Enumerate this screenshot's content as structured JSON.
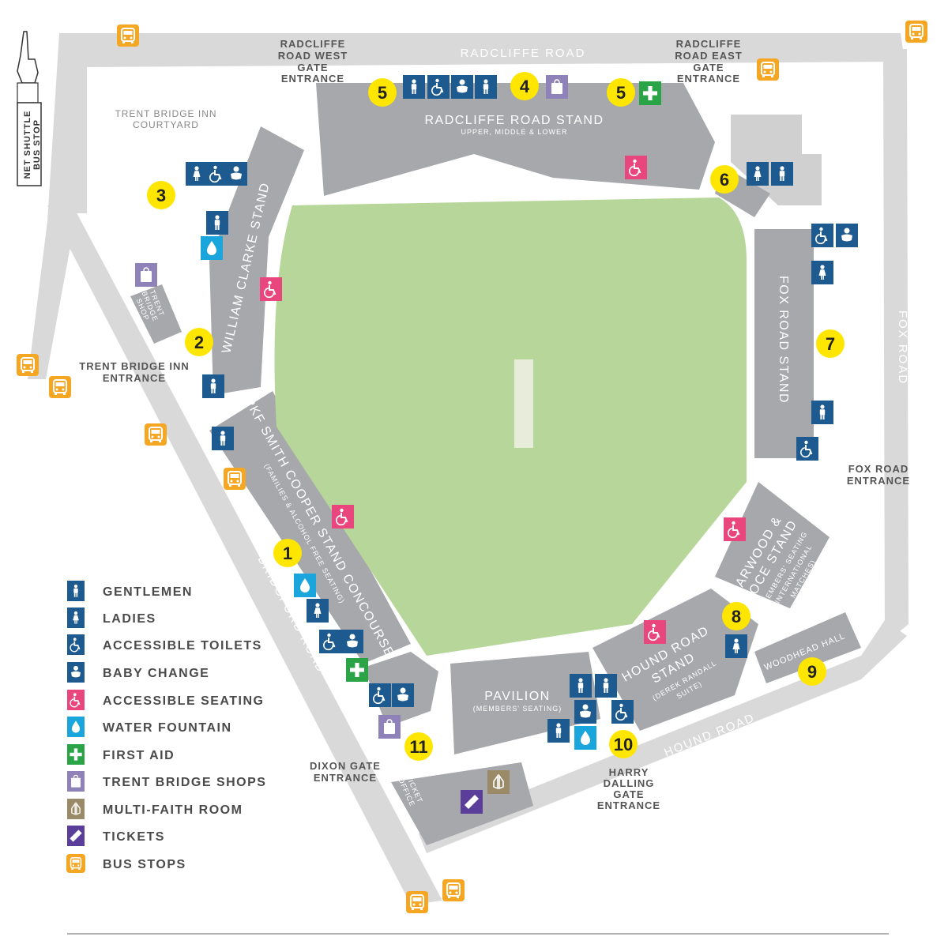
{
  "colors": {
    "road": "#d9d9d9",
    "stand": "#a7a8ab",
    "pitch": "#b7d79a",
    "strip": "#e7ecdb",
    "gentlemen": "#1d5a8f",
    "accessible_seating": "#e8467c",
    "water": "#1aa6dc",
    "first_aid": "#2aa447",
    "shops": "#8f82b8",
    "faith": "#9a8a67",
    "tickets": "#5b3e9a",
    "bus": "#f5a623",
    "marker": "#ffe600"
  },
  "roads": {
    "radcliffe": "RADCLIFFE ROAD",
    "fox": "FOX ROAD",
    "bridgford": "BRIDGFORD ROAD",
    "hound": "HOUND ROAD"
  },
  "entrances": {
    "west_gate": [
      "RADCLIFFE",
      "ROAD WEST",
      "GATE",
      "ENTRANCE"
    ],
    "east_gate": [
      "RADCLIFFE",
      "ROAD EAST",
      "GATE",
      "ENTRANCE"
    ],
    "inn": [
      "TRENT BRIDGE INN",
      "ENTRANCE"
    ],
    "fox": [
      "FOX ROAD",
      "ENTRANCE"
    ],
    "dixon": [
      "DIXON GATE",
      "ENTRANCE"
    ],
    "harry": [
      "HARRY",
      "DALLING",
      "GATE",
      "ENTRANCE"
    ]
  },
  "places": {
    "courtyard": [
      "TRENT BRIDGE INN",
      "COURTYARD"
    ],
    "shuttle": [
      "NET SHUTTLE",
      "BUS STOP"
    ],
    "shop": [
      "TRENT",
      "BRIDGE",
      "SHOP"
    ],
    "ticket_office": [
      "TICKET",
      "OFFICE"
    ]
  },
  "stands": {
    "radcliffe": "RADCLIFFE ROAD STAND",
    "radcliffe_sub": "UPPER, MIDDLE & LOWER",
    "william_clarke": "WILLIAM CLARKE STAND",
    "fox_road": "FOX ROAD STAND",
    "pkf": "PKF SMITH COOPER STAND CONCOURSE",
    "pkf_sub": "(FAMILIES & ALCOHOL FREE SEATING)",
    "larwood": [
      "LARWOOD &",
      "VOCE STAND"
    ],
    "larwood_sub": [
      "(MEMBERS' SEATING",
      "INTERNATIONAL",
      "MATCHES)"
    ],
    "hound": [
      "HOUND ROAD",
      "STAND"
    ],
    "hound_sub": [
      "(DEREK RANDALL",
      "SUITE)"
    ],
    "pavilion": "PAVILION",
    "pavilion_sub": "(MEMBERS' SEATING)",
    "woodhead": "WOODHEAD HALL"
  },
  "markers": [
    "1",
    "2",
    "3",
    "4",
    "5",
    "5",
    "6",
    "7",
    "8",
    "9",
    "10",
    "11"
  ],
  "legend": [
    {
      "icon": "gentlemen-icon",
      "label": "GENTLEMEN"
    },
    {
      "icon": "ladies-icon",
      "label": "LADIES"
    },
    {
      "icon": "accessible-toilet-icon",
      "label": "ACCESSIBLE TOILETS"
    },
    {
      "icon": "baby-change-icon",
      "label": "BABY CHANGE"
    },
    {
      "icon": "accessible-seating-icon",
      "label": "ACCESSIBLE SEATING"
    },
    {
      "icon": "water-fountain-icon",
      "label": "WATER FOUNTAIN"
    },
    {
      "icon": "first-aid-icon",
      "label": "FIRST AID"
    },
    {
      "icon": "shop-icon",
      "label": "TRENT BRIDGE SHOPS"
    },
    {
      "icon": "multi-faith-icon",
      "label": "MULTI-FAITH ROOM"
    },
    {
      "icon": "tickets-icon",
      "label": "TICKETS"
    },
    {
      "icon": "bus-stop-icon",
      "label": "BUS STOPS"
    }
  ]
}
